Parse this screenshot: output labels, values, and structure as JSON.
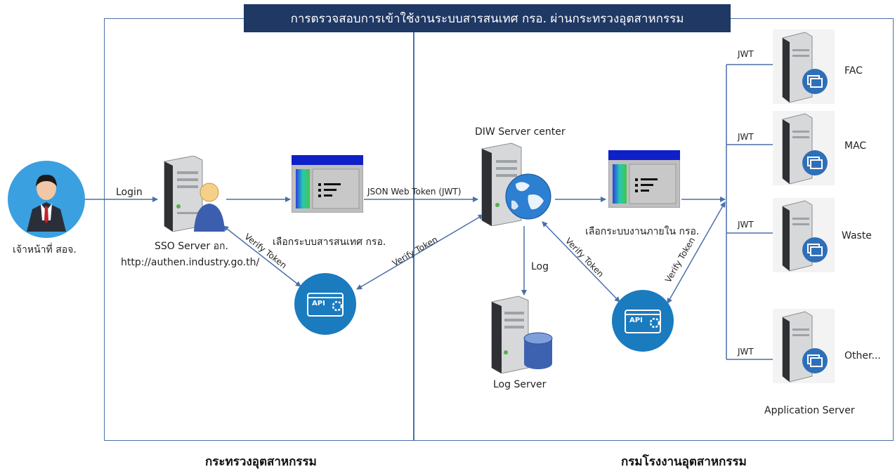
{
  "title": "การตรวจสอบการเข้าใช้งานระบบสารสนเทศ กรอ. ผ่านกระทรวงอุตสาหกรรม",
  "user": {
    "label": "เจ้าหน้าที่ สอจ."
  },
  "edges": {
    "login": "Login",
    "jwt_main": "JSON Web Token (JWT)",
    "verify_1": "Verify Token",
    "verify_2": "Verify Token",
    "verify_3": "Verify Token",
    "verify_4": "Verify Token",
    "log": "Log",
    "jwt": "JWT"
  },
  "sso": {
    "label": "SSO Server อก.",
    "url": "http://authen.industry.go.th/"
  },
  "screen1": {
    "label": "เลือกระบบสารสนเทศ กรอ."
  },
  "diw": {
    "label": "DIW Server center"
  },
  "screen2": {
    "label": "เลือกระบบงานภายใน กรอ."
  },
  "log_server": {
    "label": "Log Server"
  },
  "api_label": "API",
  "app_servers": {
    "caption": "Application Server",
    "items": [
      {
        "label": "FAC"
      },
      {
        "label": "MAC"
      },
      {
        "label": "Waste"
      },
      {
        "label": "Other..."
      }
    ]
  },
  "footer": {
    "left": "กระทรวงอุตสาหกรรม",
    "right": "กรมโรงงานอุตสาหกรรม"
  },
  "colors": {
    "title_bg": "#1f3864",
    "line": "#4a6fa8",
    "api_circle": "#1a7bbf",
    "avatar_bg": "#3aa0e0"
  },
  "icons": {
    "user": "user-avatar-icon",
    "server": "server-icon",
    "api": "api-gear-icon",
    "globe": "globe-icon",
    "database": "database-icon",
    "window": "app-window-icon"
  }
}
